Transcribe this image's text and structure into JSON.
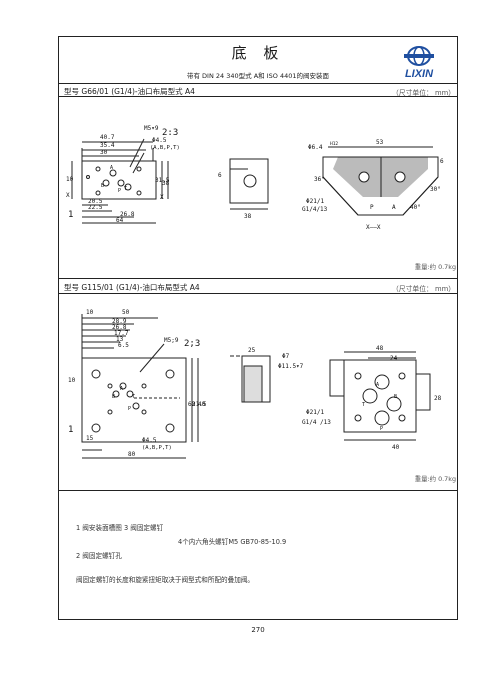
{
  "header": {
    "title": "底 板",
    "subtitle": "带有 DIN 24 340型式 A和 ISO 4401的阀安装面",
    "logo_text": "LIXIN"
  },
  "section1": {
    "title": "型号 G66/01 (G1/4)-油口布局型式 A4",
    "unit": "（尺寸单位： mm）",
    "weight": "重量:约 0.7kg",
    "labels": {
      "d1": "40.7",
      "d2": "35.4",
      "d3": "30",
      "d4": "10",
      "d5": "20.5",
      "d6": "22.5",
      "d7": "26.8",
      "d8": "64",
      "d9": "31.5",
      "d10": "38",
      "d11": "M5▾9",
      "d12": "2:3",
      "d13": "Φ4.5",
      "d14": "(A,B,P,T)",
      "d15": "X",
      "d16": "X",
      "d17": "1",
      "d18": "38",
      "d19": "6",
      "d20": "Φ6.4",
      "d21": "H12",
      "d22": "53",
      "d23": "6",
      "d24": "36°",
      "d25": "40°",
      "d26": "30°",
      "d27": "Φ21/1",
      "d28": "G1/4/13",
      "d29": "P",
      "d30": "A",
      "d31": "X——X",
      "p_a": "A",
      "p_b": "B",
      "p_p": "P",
      "p_t": "T",
      "p_x": "X"
    }
  },
  "section2": {
    "title": "型号 G115/01 (G1/4)-油口布局型式 A4",
    "unit": "（尺寸单位： mm）",
    "weight": "重量:约 0.7kg",
    "labels": {
      "d1": "10",
      "d2": "50",
      "d3": "28.9",
      "d4": "26.8",
      "d5": "17.7",
      "d6": "13",
      "d7": "6.5",
      "d8": "M5;9",
      "d9": "2;3",
      "d10": "10",
      "d11": "21.5",
      "d12": "40",
      "d13": "60",
      "d14": "15",
      "d15": "80",
      "d16": "Φ4.5",
      "d17": "(A,B,P,T)",
      "d18": "1",
      "d19": "25",
      "d20": "Φ7",
      "d21": "Φ11.5▾7",
      "d22": "48",
      "d23": "24",
      "d24": "28",
      "d25": "Φ21/1",
      "d26": "G1/4 /13",
      "d27": "40",
      "p_a": "A",
      "p_b": "B",
      "p_p": "P",
      "p_t": "T"
    }
  },
  "notes": {
    "line1": "1  阀安装面槽图    3  阀固定螺钉",
    "line2": "4个内六角头螺钉M5 GB70-85-10.9",
    "line3": "2  阀固定螺钉孔",
    "line4": "阀固定螺钉的长度和旋紧扭矩取决于阀型式和所配的叠加阀。"
  },
  "page_number": "270"
}
